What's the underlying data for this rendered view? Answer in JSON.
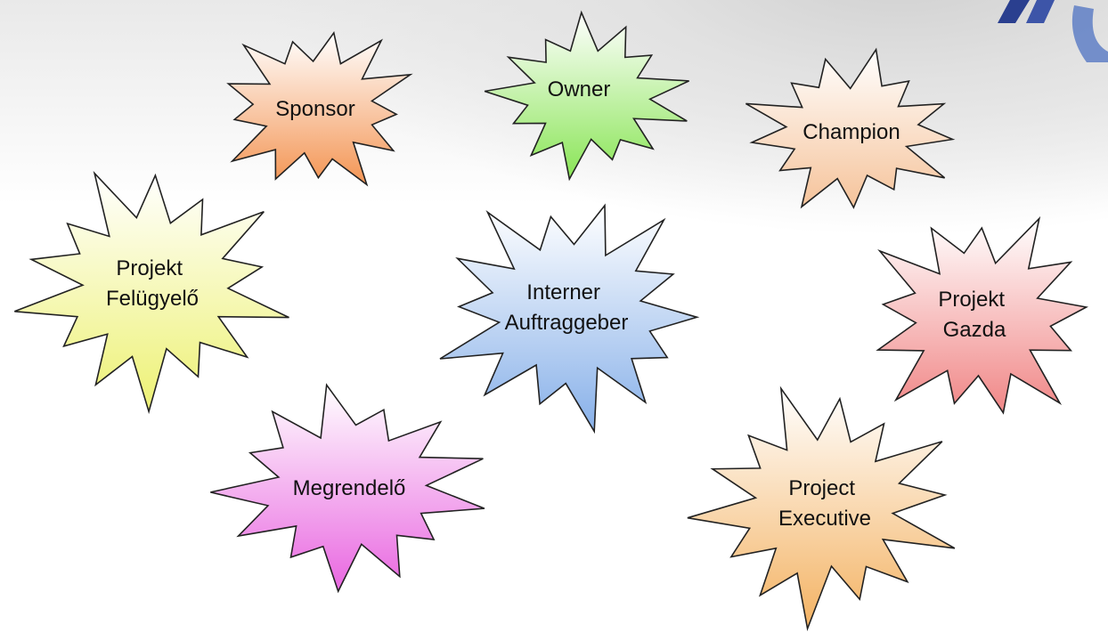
{
  "stakeholder_terms": [
    {
      "id": "sponsor",
      "lines": [
        "Sponsor"
      ],
      "color": "#f49a5c"
    },
    {
      "id": "owner",
      "lines": [
        "Owner"
      ],
      "color": "#8fe65e"
    },
    {
      "id": "champion",
      "lines": [
        "Champion"
      ],
      "color": "#f6c69f"
    },
    {
      "id": "felugyelo",
      "lines": [
        "Projekt",
        "Felügyelő"
      ],
      "color": "#eef27a"
    },
    {
      "id": "interner",
      "lines": [
        "Interner",
        "Auftraggeber"
      ],
      "color": "#8db4ea"
    },
    {
      "id": "gazda",
      "lines": [
        "Projekt",
        "Gazda"
      ],
      "color": "#f18c8c"
    },
    {
      "id": "megrendelo",
      "lines": [
        "Megrendelő"
      ],
      "color": "#ea6ee2"
    },
    {
      "id": "executive",
      "lines": [
        "Project",
        "Executive"
      ],
      "color": "#f4b66a"
    }
  ],
  "logo": {
    "colors": [
      "#2a3f8f",
      "#5f7fc6"
    ]
  }
}
